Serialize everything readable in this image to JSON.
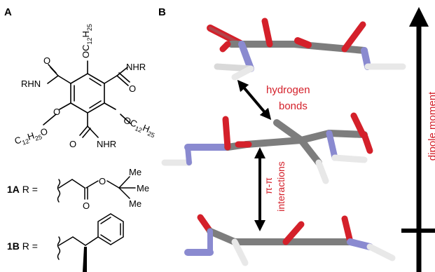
{
  "panels": {
    "a": {
      "label": "A",
      "substituents": {
        "top": "OC",
        "top_sub": "12",
        "top_h": "H",
        "top_h_sub": "25",
        "upper_right": "NHR",
        "left_amide": "RHN",
        "lower_left": "C",
        "lower_left_sub": "12",
        "lower_left_h": "H",
        "lower_left_h_sub": "25",
        "lower_left_o": "O",
        "lower_right": "OC",
        "lower_right_sub": "12",
        "lower_right_h": "H",
        "lower_right_h_sub": "25",
        "bottom_amide": "NHR",
        "carbonyl_o": "O"
      },
      "compounds": [
        {
          "id": "1A",
          "prefix": " R = ",
          "ester_o": "O",
          "carbonyl_o": "O",
          "methyl": "Me"
        },
        {
          "id": "1B",
          "prefix": " R = "
        }
      ]
    },
    "b": {
      "label": "B",
      "annotations": {
        "hbond_line1": "hydrogen",
        "hbond_line2": "bonds",
        "pi_symbol": "π-π",
        "pi_word": "interactions",
        "dipole": "dipole moment"
      }
    }
  },
  "colors": {
    "carbon": "#7d7d7d",
    "oxygen": "#d4202a",
    "nitrogen": "#8a8ad0",
    "hydrogen": "#f2f2f2",
    "annotation": "#d4202a",
    "arrow": "#000000"
  }
}
